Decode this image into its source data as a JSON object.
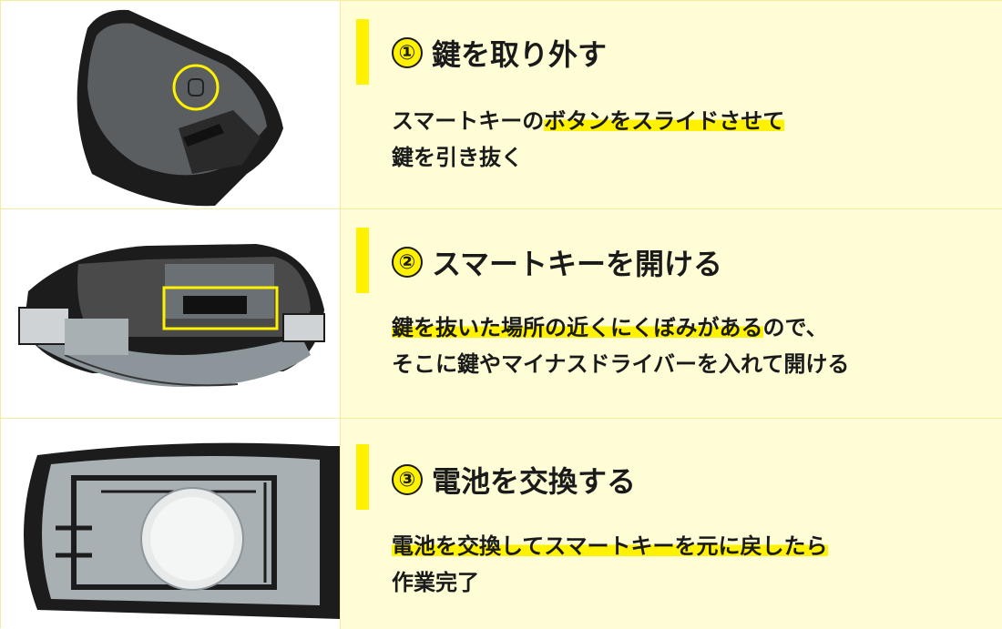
{
  "colors": {
    "accent_yellow": "#fff200",
    "panel_bg": "#fefdd6",
    "grid_line": "#f3ec9b",
    "key_dark": "#1c1c1c",
    "key_body": "#4a4a4a",
    "key_light": "#a9b0b3",
    "key_pale": "#cfd3d5"
  },
  "steps": [
    {
      "number": "①",
      "title": "鍵を取り外す",
      "line1_pre": "スマートキーの",
      "line1_hl": "ボタンをスライドさせて",
      "line1_post": "",
      "line2_pre": "鍵を引き抜く",
      "line2_hl": "",
      "line2_post": "",
      "image_icon": "smart-key-back-illustration"
    },
    {
      "number": "②",
      "title": "スマートキーを開ける",
      "line1_pre": "",
      "line1_hl": "鍵を抜いた場所の近くにくぼみがある",
      "line1_post": "ので、",
      "line2_pre": "そこに鍵やマイナスドライバーを入れて開ける",
      "line2_hl": "",
      "line2_post": "",
      "image_icon": "smart-key-slot-illustration"
    },
    {
      "number": "③",
      "title": "電池を交換する",
      "line1_pre": "",
      "line1_hl": "電池を交換してスマートキーを元に戻したら",
      "line1_post": "",
      "line2_pre": "作業完了",
      "line2_hl": "",
      "line2_post": "",
      "image_icon": "smart-key-battery-illustration"
    }
  ]
}
